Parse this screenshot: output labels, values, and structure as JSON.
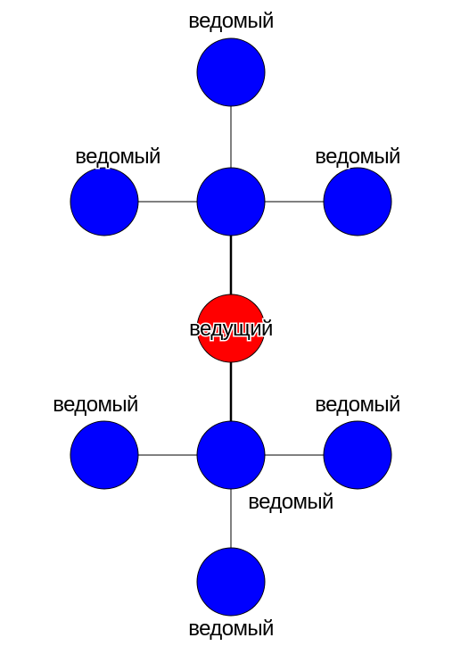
{
  "diagram": {
    "colors": {
      "master_fill": "#ff0000",
      "slave_fill": "#0000ff",
      "edge": "#000000",
      "label": "#000000"
    },
    "nodes": [
      {
        "id": "top",
        "role": "slave",
        "label": "ведомый"
      },
      {
        "id": "upper-hub",
        "role": "slave",
        "label": ""
      },
      {
        "id": "upper-left",
        "role": "slave",
        "label": "ведомый"
      },
      {
        "id": "upper-right",
        "role": "slave",
        "label": "ведомый"
      },
      {
        "id": "master",
        "role": "master",
        "label": "ведущий"
      },
      {
        "id": "lower-hub",
        "role": "slave",
        "label": "ведомый"
      },
      {
        "id": "lower-left",
        "role": "slave",
        "label": "ведомый"
      },
      {
        "id": "lower-right",
        "role": "slave",
        "label": "ведомый"
      },
      {
        "id": "bottom",
        "role": "slave",
        "label": "ведомый"
      }
    ],
    "edges": [
      {
        "from": "top",
        "to": "upper-hub",
        "weight": "thin"
      },
      {
        "from": "upper-left",
        "to": "upper-hub",
        "weight": "thin"
      },
      {
        "from": "upper-hub",
        "to": "upper-right",
        "weight": "thin"
      },
      {
        "from": "upper-hub",
        "to": "master",
        "weight": "thick"
      },
      {
        "from": "master",
        "to": "lower-hub",
        "weight": "thick"
      },
      {
        "from": "lower-left",
        "to": "lower-hub",
        "weight": "thin"
      },
      {
        "from": "lower-hub",
        "to": "lower-right",
        "weight": "thin"
      },
      {
        "from": "lower-hub",
        "to": "bottom",
        "weight": "thin"
      }
    ]
  }
}
